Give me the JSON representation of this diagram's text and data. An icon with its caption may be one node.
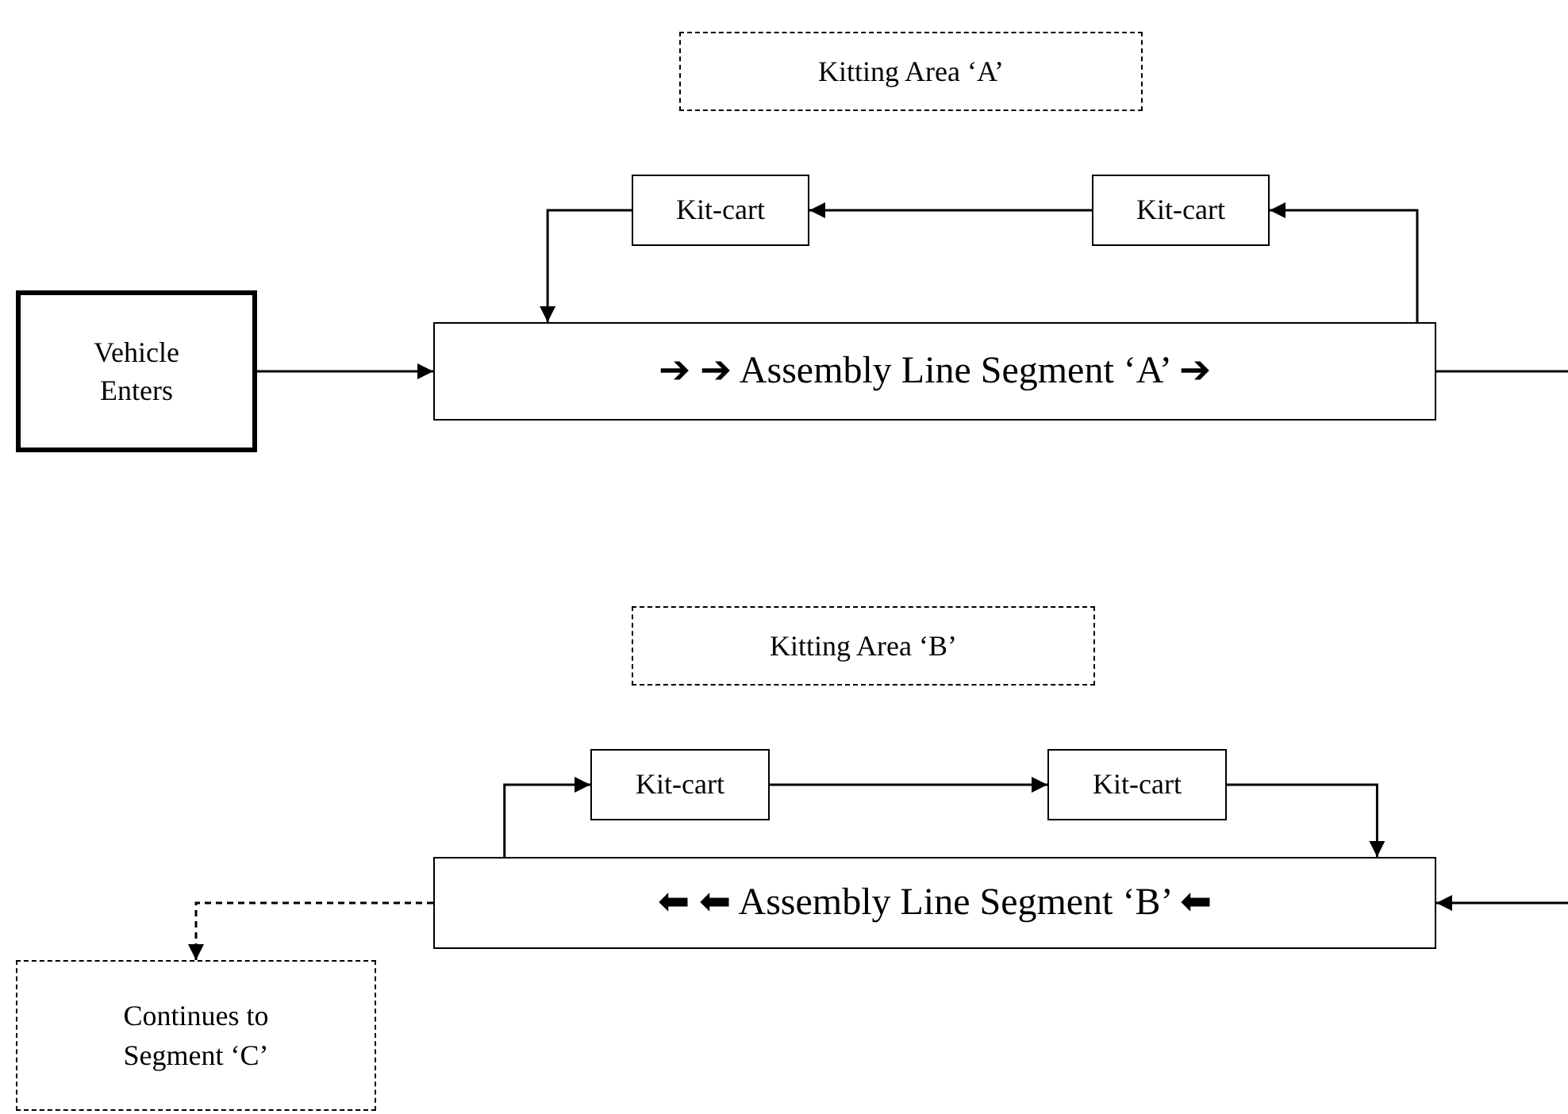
{
  "diagram": {
    "nodes": [
      {
        "text": [
          "Kitting Area ‘A’"
        ]
      },
      {
        "text": [
          "Kit-cart"
        ]
      },
      {
        "text": [
          "Kit-cart"
        ]
      },
      {
        "text": [
          "Vehicle Enters"
        ]
      },
      {
        "text": [
          "➔ ➔ Assembly Line Segment ‘A’ ➔"
        ]
      },
      {
        "text": [
          "Kitting Area ‘B’"
        ]
      },
      {
        "text": [
          "Kit-cart"
        ]
      },
      {
        "text": [
          "Kit-cart"
        ]
      },
      {
        "text": [
          "⬅ ⬅ Assembly Line Segment ‘B’ ⬅"
        ]
      },
      {
        "text": [
          "Continues to Segment ‘C’"
        ]
      }
    ],
    "edges": [
      {
        "from": 3,
        "to": 4,
        "arrow": "to"
      },
      {
        "from": 2,
        "to": 1,
        "arrow": "to"
      },
      {
        "from": 1,
        "to": 4,
        "arrow": "to"
      },
      {
        "from": 4,
        "to": 2,
        "arrow": "to"
      },
      {
        "from": 4,
        "to": null,
        "arrow": "none"
      },
      {
        "from": null,
        "to": 8,
        "arrow": "to"
      },
      {
        "from": 8,
        "to": 6,
        "arrow": "to"
      },
      {
        "from": 6,
        "to": 7,
        "arrow": "to"
      },
      {
        "from": 7,
        "to": 8,
        "arrow": "to"
      },
      {
        "from": 8,
        "to": 9,
        "arrow": "to",
        "style": "dashed"
      }
    ]
  }
}
